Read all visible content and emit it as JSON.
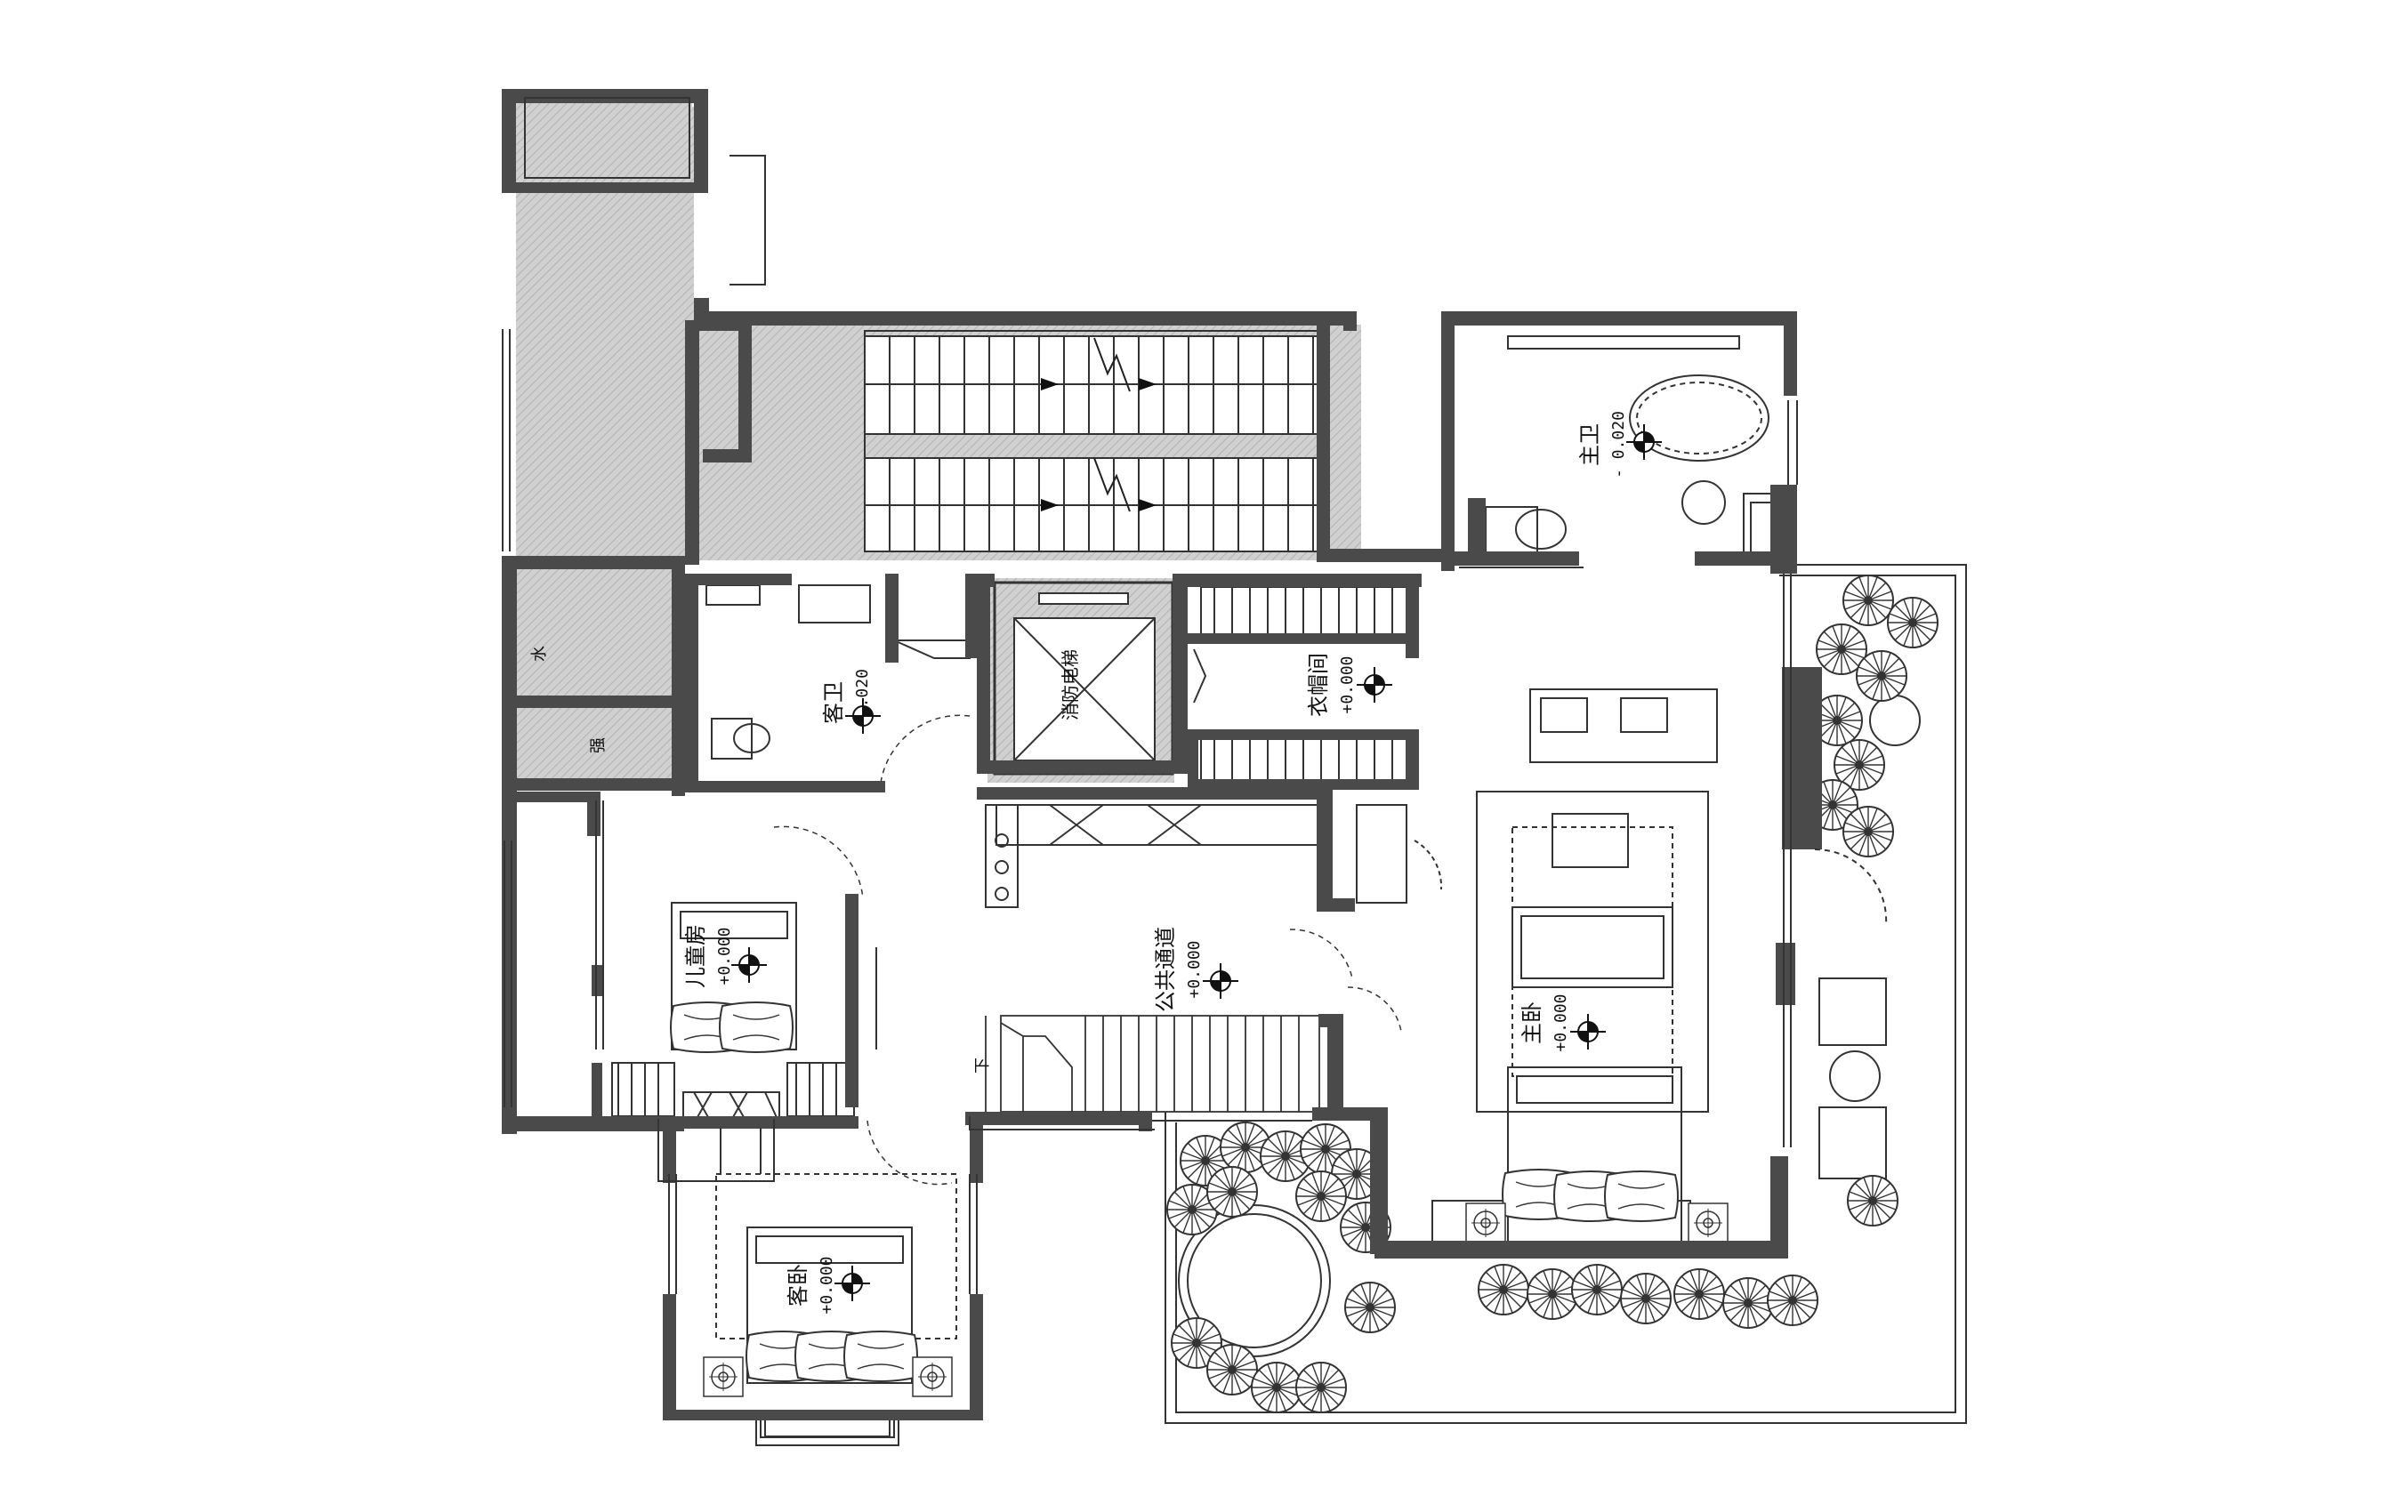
{
  "colors": {
    "wall": "#4a4a4a",
    "hatch": "#c8c8c8",
    "line": "#333333",
    "background": "#ffffff"
  },
  "rooms": {
    "guest_bath": {
      "name": "客卫",
      "level": "- 0.020"
    },
    "master_bath": {
      "name": "主卫",
      "level": "- 0.020"
    },
    "wardrobe": {
      "name": "衣帽间",
      "level": "+0.000"
    },
    "corridor": {
      "name": "公共通道",
      "level": "+0.000"
    },
    "kids_room": {
      "name": "儿童房",
      "level": "+0.000"
    },
    "master_bedroom": {
      "name": "主卧",
      "level": "+0.000"
    },
    "guest_bedroom": {
      "name": "客卧",
      "level": "+0.000"
    }
  },
  "labels": {
    "elevator": "消防电梯",
    "water": "水",
    "drain": "强",
    "stair_down": "下"
  }
}
